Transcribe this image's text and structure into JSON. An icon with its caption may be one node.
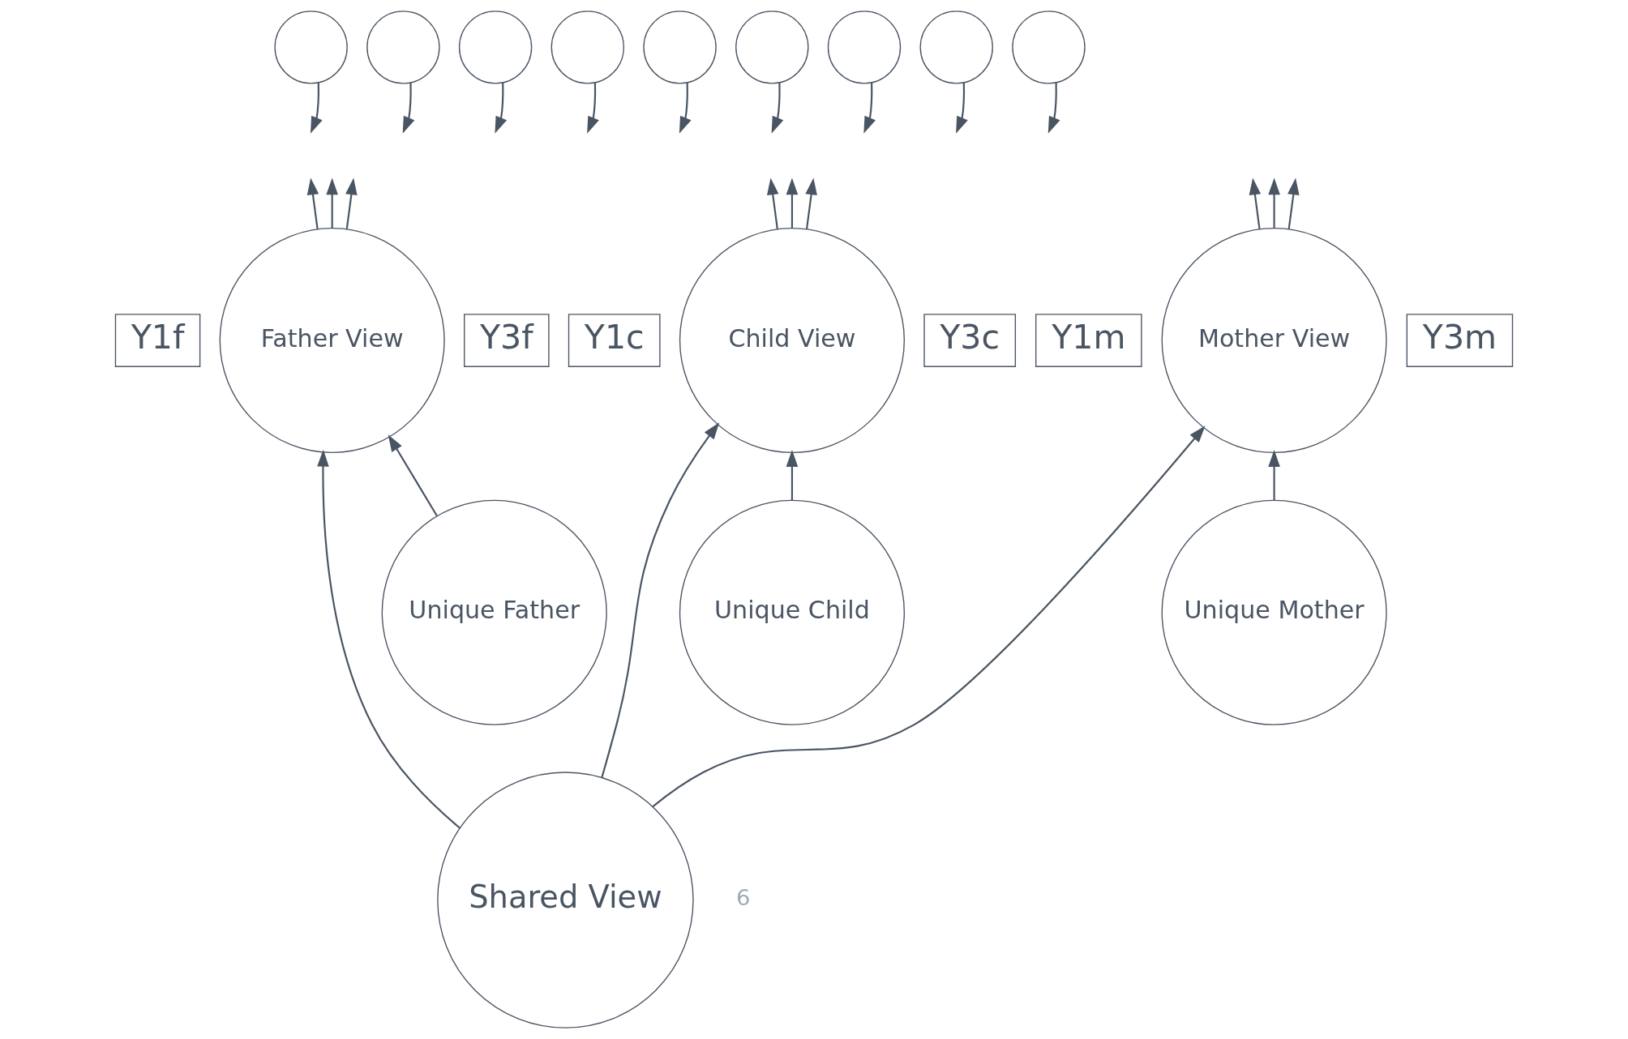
{
  "diagram": {
    "nodes": [
      {
        "text": [],
        "shape": "circle"
      },
      {
        "text": [],
        "shape": "circle"
      },
      {
        "text": [],
        "shape": "circle"
      },
      {
        "text": [],
        "shape": "circle"
      },
      {
        "text": [],
        "shape": "circle"
      },
      {
        "text": [],
        "shape": "circle"
      },
      {
        "text": [],
        "shape": "circle"
      },
      {
        "text": [],
        "shape": "circle"
      },
      {
        "text": [],
        "shape": "circle"
      },
      {
        "text": [
          "Y1f"
        ]
      },
      {
        "text": [
          "Father View"
        ]
      },
      {
        "text": [
          "Y3f"
        ]
      },
      {
        "text": [
          "Y1c"
        ]
      },
      {
        "text": [
          "Child View"
        ]
      },
      {
        "text": [
          "Y3c"
        ]
      },
      {
        "text": [
          "Y1m"
        ]
      },
      {
        "text": [
          "Mother View"
        ]
      },
      {
        "text": [
          "Y3m"
        ]
      },
      {
        "text": [
          "Unique Father"
        ]
      },
      {
        "text": [
          "Unique Child"
        ]
      },
      {
        "text": [
          "Unique Mother"
        ]
      },
      {
        "text": [
          "Shared View"
        ]
      }
    ],
    "edges": [
      {
        "from": 0,
        "to": null,
        "arrow": "to"
      },
      {
        "from": 1,
        "to": null,
        "arrow": "to"
      },
      {
        "from": 2,
        "to": null,
        "arrow": "to"
      },
      {
        "from": 3,
        "to": null,
        "arrow": "to"
      },
      {
        "from": 4,
        "to": null,
        "arrow": "to"
      },
      {
        "from": 5,
        "to": null,
        "arrow": "to"
      },
      {
        "from": 6,
        "to": null,
        "arrow": "to"
      },
      {
        "from": 7,
        "to": null,
        "arrow": "to"
      },
      {
        "from": 8,
        "to": null,
        "arrow": "to"
      },
      {
        "from": 10,
        "to": null,
        "arrow": "to"
      },
      {
        "from": 10,
        "to": null,
        "arrow": "to"
      },
      {
        "from": 10,
        "to": null,
        "arrow": "to"
      },
      {
        "from": 13,
        "to": null,
        "arrow": "to"
      },
      {
        "from": 13,
        "to": null,
        "arrow": "to"
      },
      {
        "from": 13,
        "to": null,
        "arrow": "to"
      },
      {
        "from": 16,
        "to": null,
        "arrow": "to"
      },
      {
        "from": 16,
        "to": null,
        "arrow": "to"
      },
      {
        "from": 16,
        "to": null,
        "arrow": "to"
      },
      {
        "from": 18,
        "to": 10,
        "arrow": "to"
      },
      {
        "from": 19,
        "to": 13,
        "arrow": "to"
      },
      {
        "from": 20,
        "to": 16,
        "arrow": "to"
      },
      {
        "from": 21,
        "to": 10,
        "arrow": "to"
      },
      {
        "from": 21,
        "to": 13,
        "arrow": "to"
      },
      {
        "from": 21,
        "to": 16,
        "arrow": "to"
      }
    ],
    "labels": [
      "6"
    ]
  }
}
